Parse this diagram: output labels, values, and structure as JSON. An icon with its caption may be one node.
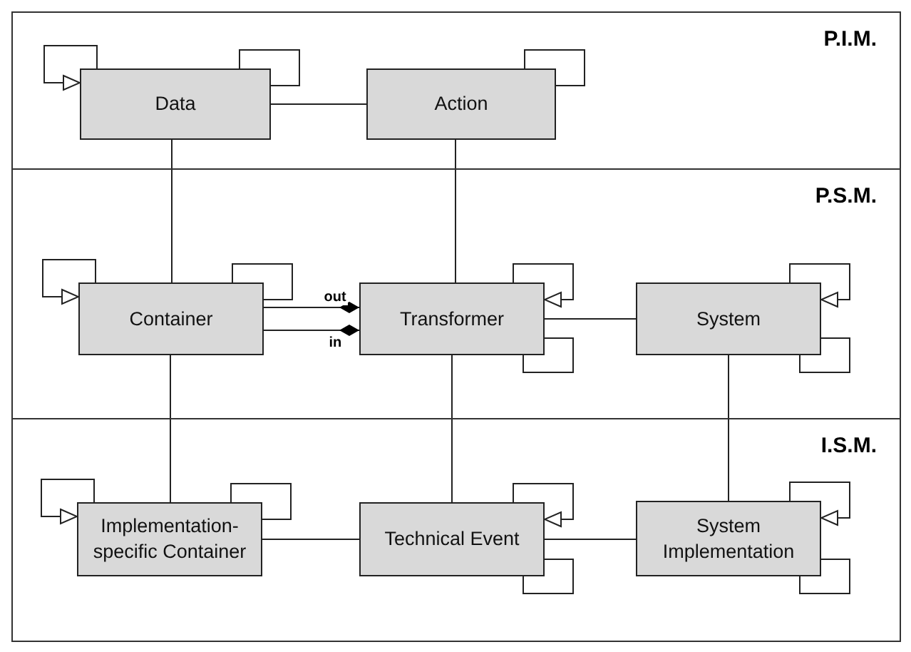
{
  "diagram": {
    "nodes": [
      {
        "text": [
          "P.I.M."
        ]
      },
      {
        "text": [
          "Data"
        ],
        "in": 0
      },
      {
        "text": [
          "Action"
        ],
        "in": 0
      },
      {
        "text": [
          "P.S.M."
        ]
      },
      {
        "text": [
          "Container"
        ],
        "in": 3
      },
      {
        "text": [
          "Transformer"
        ],
        "in": 3
      },
      {
        "text": [
          "System"
        ],
        "in": 3
      },
      {
        "text": [
          "I.S.M."
        ]
      },
      {
        "text": [
          "Implementation-specific Container"
        ],
        "in": 7
      },
      {
        "text": [
          "Technical Event"
        ],
        "in": 7
      },
      {
        "text": [
          "System Implementation"
        ],
        "in": 7
      }
    ],
    "edges": [
      {
        "from": 1,
        "to": 1,
        "arrow": "to"
      },
      {
        "from": 1,
        "to": 1,
        "arrow": "none"
      },
      {
        "from": 2,
        "to": 2,
        "arrow": "none"
      },
      {
        "from": 1,
        "to": 2,
        "arrow": "none"
      },
      {
        "from": 1,
        "to": 4,
        "arrow": "none"
      },
      {
        "from": 2,
        "to": 5,
        "arrow": "none"
      },
      {
        "from": 4,
        "to": 4,
        "arrow": "to"
      },
      {
        "from": 4,
        "to": 4,
        "arrow": "none"
      },
      {
        "from": 5,
        "to": 5,
        "arrow": "to"
      },
      {
        "from": 5,
        "to": 5,
        "arrow": "none"
      },
      {
        "from": 6,
        "to": 6,
        "arrow": "to"
      },
      {
        "from": 6,
        "to": 6,
        "arrow": "none"
      },
      {
        "from": 4,
        "to": 5,
        "arrow": "other",
        "label": "out"
      },
      {
        "from": 4,
        "to": 5,
        "arrow": "other",
        "label": "in"
      },
      {
        "from": 5,
        "to": 6,
        "arrow": "none"
      },
      {
        "from": 4,
        "to": 8,
        "arrow": "none"
      },
      {
        "from": 5,
        "to": 9,
        "arrow": "none"
      },
      {
        "from": 6,
        "to": 10,
        "arrow": "none"
      },
      {
        "from": 8,
        "to": 8,
        "arrow": "to"
      },
      {
        "from": 8,
        "to": 8,
        "arrow": "none"
      },
      {
        "from": 9,
        "to": 9,
        "arrow": "to"
      },
      {
        "from": 9,
        "to": 9,
        "arrow": "none"
      },
      {
        "from": 10,
        "to": 10,
        "arrow": "to"
      },
      {
        "from": 10,
        "to": 10,
        "arrow": "none"
      },
      {
        "from": 8,
        "to": 9,
        "arrow": "none"
      },
      {
        "from": 9,
        "to": 10,
        "arrow": "none"
      }
    ]
  }
}
